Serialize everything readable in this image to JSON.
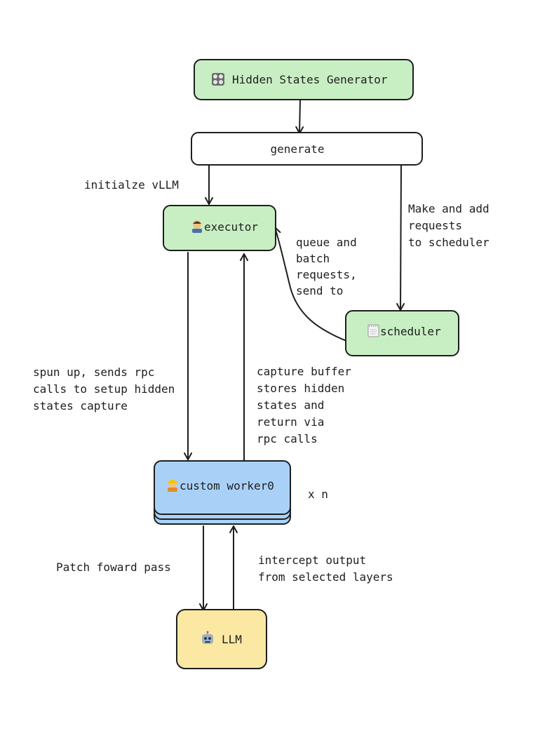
{
  "nodes": {
    "generator": {
      "label": "Hidden States Generator",
      "icon": "control-knobs-icon"
    },
    "generate": {
      "label": "generate"
    },
    "executor": {
      "label": "executor",
      "icon": "technologist-icon"
    },
    "scheduler": {
      "label": "scheduler",
      "icon": "notepad-icon"
    },
    "worker": {
      "label": "custom worker0",
      "icon": "worker-icon",
      "multiplier": "x n"
    },
    "llm": {
      "label": "LLM",
      "icon": "robot-icon"
    }
  },
  "edge_labels": {
    "init": [
      "initialze vLLM"
    ],
    "make_requests": [
      "Make and add",
      "requests",
      "to scheduler"
    ],
    "queue_batch": [
      "queue and",
      "batch",
      "requests,",
      "send to"
    ],
    "spun_up": [
      "spun up, sends rpc",
      "calls to setup hidden",
      "states capture"
    ],
    "capture": [
      "capture buffer",
      "stores hidden",
      "states and",
      "return via",
      "rpc calls"
    ],
    "patch": [
      "Patch foward pass"
    ],
    "intercept": [
      "intercept output",
      "from selected layers"
    ]
  },
  "colors": {
    "green_fill": "#c8efc3",
    "blue_fill": "#a9d1f7",
    "yellow_fill": "#fbe8a3",
    "white_fill": "#ffffff",
    "stroke": "#1e1e1e"
  }
}
